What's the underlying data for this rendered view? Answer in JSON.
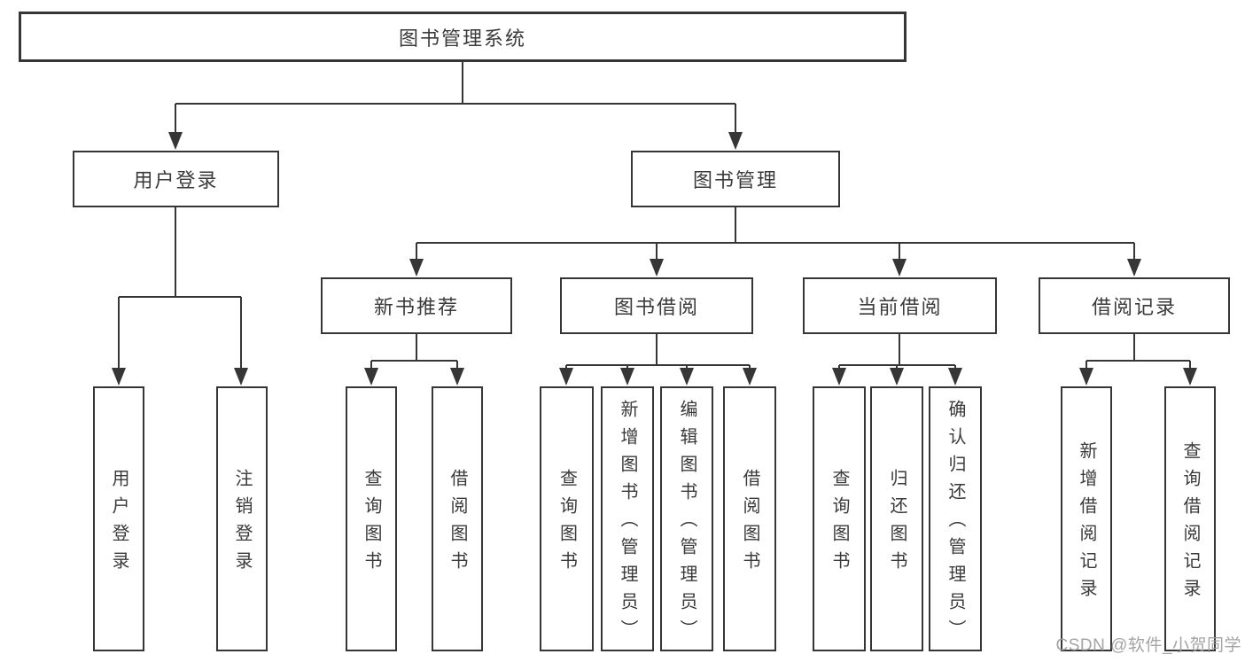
{
  "tree": {
    "label": "图书管理系统",
    "children": [
      {
        "label": "用户登录",
        "children": [
          {
            "label": "用户登录"
          },
          {
            "label": "注销登录"
          }
        ]
      },
      {
        "label": "图书管理",
        "children": [
          {
            "label": "新书推荐",
            "children": [
              {
                "label": "查询图书"
              },
              {
                "label": "借阅图书"
              }
            ]
          },
          {
            "label": "图书借阅",
            "children": [
              {
                "label": "查询图书"
              },
              {
                "label": "新增图书（管理员）"
              },
              {
                "label": "编辑图书（管理员）"
              },
              {
                "label": "借阅图书"
              }
            ]
          },
          {
            "label": "当前借阅",
            "children": [
              {
                "label": "查询图书"
              },
              {
                "label": "归还图书"
              },
              {
                "label": "确认归还（管理员）"
              }
            ]
          },
          {
            "label": "借阅记录",
            "children": [
              {
                "label": "新增借阅记录"
              },
              {
                "label": "查询借阅记录"
              }
            ]
          }
        ]
      }
    ]
  },
  "watermark": {
    "text": "CSDN @软件_小贺同学"
  },
  "colors": {
    "line": "#363636",
    "box_border": "#363636",
    "text": "#3a3a3a",
    "watermark": "#9b9b9b",
    "background": "#ffffff"
  }
}
